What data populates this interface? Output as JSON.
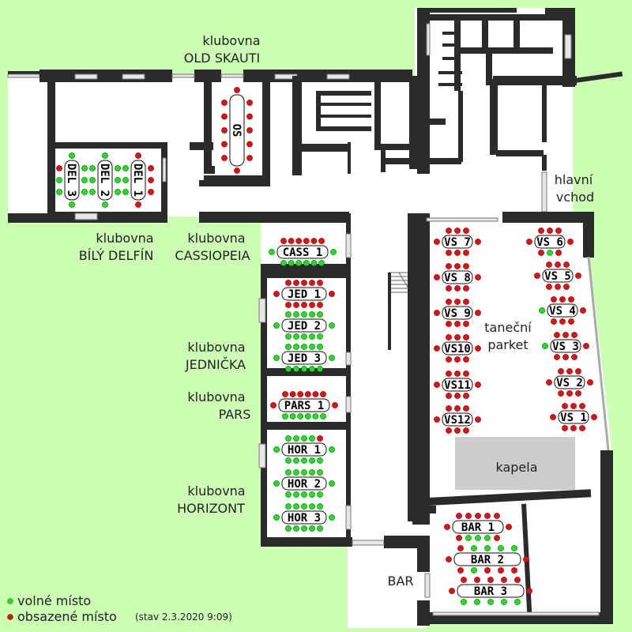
{
  "colors": {
    "background": "#ccffb3",
    "wall": "#2b2b2b",
    "floor": "#ffffff",
    "free_seat": "#22dd22",
    "occupied_seat": "#dd1111",
    "stage": "#cccccc"
  },
  "rooms": {
    "old_skauti": [
      "klubovna",
      "OLD SKAUTI"
    ],
    "bily_delfin": [
      "klubovna",
      "BÍLÝ DELFÍN"
    ],
    "cassiopeia": [
      "klubovna",
      "CASSIOPEIA"
    ],
    "jednicka": [
      "klubovna",
      "JEDNIČKA"
    ],
    "pars": [
      "klubovna",
      "PARS"
    ],
    "horizont": [
      "klubovna",
      "HORIZONT"
    ],
    "hlavni_vchod": [
      "hlavní",
      "vchod"
    ],
    "tanecni_parket": [
      "taneční",
      "parket"
    ],
    "bar": "BAR",
    "kapela": "kapela"
  },
  "legend": {
    "free": "volné místo",
    "occupied": "obsazené místo",
    "status": "(stav 2.3.2020 9:09)"
  },
  "tables": [
    {
      "id": "os",
      "label": "OS",
      "orientation": "vertical",
      "left": [
        "occupied",
        "occupied",
        "occupied",
        "occupied",
        "occupied"
      ],
      "right": [
        "occupied",
        "occupied",
        "occupied",
        "occupied",
        "occupied"
      ],
      "top": [
        "occupied"
      ],
      "bottom": [
        "occupied"
      ]
    },
    {
      "id": "del3",
      "label": "DEL 3",
      "orientation": "vertical",
      "left": [
        "occupied",
        "green",
        "green"
      ],
      "right": [
        "green",
        "green",
        "green"
      ],
      "top": [
        "green"
      ],
      "bottom": [
        "green"
      ]
    },
    {
      "id": "del2",
      "label": "DEL 2",
      "orientation": "vertical",
      "left": [
        "green",
        "green",
        "green"
      ],
      "right": [
        "green",
        "green",
        "green"
      ],
      "top": [
        "green"
      ],
      "bottom": [
        "green"
      ]
    },
    {
      "id": "del1",
      "label": "DEL 1",
      "orientation": "vertical",
      "left": [
        "green",
        "green",
        "green"
      ],
      "right": [
        "occupied",
        "occupied",
        "occupied"
      ],
      "top": [
        "occupied"
      ],
      "bottom": [
        "occupied"
      ]
    },
    {
      "id": "cass1",
      "label": "CASS 1",
      "orientation": "horizontal",
      "top": [
        "occupied",
        "occupied",
        "occupied",
        "occupied",
        "occupied",
        "occupied"
      ],
      "bottom": [
        "green",
        "green",
        "green",
        "green",
        "green",
        "green"
      ],
      "left": [
        "green"
      ],
      "right": [
        "green"
      ]
    },
    {
      "id": "jed1",
      "label": "JED 1",
      "orientation": "horizontal",
      "top": [
        "occupied",
        "occupied",
        "occupied",
        "occupied",
        "occupied"
      ],
      "bottom": [
        "occupied",
        "occupied",
        "occupied",
        "occupied",
        "occupied"
      ],
      "left": [
        "occupied"
      ],
      "right": [
        "occupied"
      ]
    },
    {
      "id": "jed2",
      "label": "JED 2",
      "orientation": "horizontal",
      "top": [
        "green",
        "green",
        "green",
        "green",
        "green"
      ],
      "bottom": [
        "green",
        "green",
        "green",
        "green",
        "green"
      ],
      "left": [
        "green"
      ],
      "right": [
        "green"
      ]
    },
    {
      "id": "jed3",
      "label": "JED 3",
      "orientation": "horizontal",
      "top": [
        "green",
        "green",
        "green",
        "green",
        "green"
      ],
      "bottom": [
        "green",
        "green",
        "green",
        "green",
        "green"
      ],
      "left": [
        "green"
      ],
      "right": [
        "green"
      ]
    },
    {
      "id": "pars1",
      "label": "PARS 1",
      "orientation": "horizontal",
      "top": [
        "occupied",
        "occupied",
        "occupied",
        "occupied",
        "occupied",
        "occupied"
      ],
      "bottom": [
        "green",
        "green",
        "green",
        "green",
        "green",
        "green"
      ],
      "left": [
        "occupied"
      ],
      "right": [
        "occupied"
      ]
    },
    {
      "id": "hor1",
      "label": "HOR 1",
      "orientation": "horizontal",
      "top": [
        "green",
        "green",
        "green",
        "green",
        "occupied"
      ],
      "bottom": [
        "green",
        "green",
        "green",
        "green",
        "green"
      ],
      "left": [
        "green"
      ],
      "right": [
        "green"
      ]
    },
    {
      "id": "hor2",
      "label": "HOR 2",
      "orientation": "horizontal",
      "top": [
        "green",
        "green",
        "green",
        "green",
        "green"
      ],
      "bottom": [
        "green",
        "green",
        "green",
        "green",
        "green"
      ],
      "left": [
        "green"
      ],
      "right": [
        "green"
      ]
    },
    {
      "id": "hor3",
      "label": "HOR 3",
      "orientation": "horizontal",
      "top": [
        "green",
        "green",
        "green",
        "green",
        "green"
      ],
      "bottom": [
        "green",
        "green",
        "green",
        "green",
        "green"
      ],
      "left": [
        "green"
      ],
      "right": [
        "green"
      ]
    },
    {
      "id": "vs7",
      "label": "VS 7",
      "orientation": "horizontal",
      "top": [
        "occupied",
        "occupied",
        "occupied"
      ],
      "bottom": [
        "occupied",
        "occupied",
        "occupied"
      ],
      "left": [
        "occupied"
      ],
      "right": [
        "occupied"
      ]
    },
    {
      "id": "vs8",
      "label": "VS 8",
      "orientation": "horizontal",
      "top": [
        "occupied",
        "occupied",
        "occupied"
      ],
      "bottom": [
        "occupied",
        "occupied",
        "occupied"
      ],
      "left": [
        "occupied"
      ],
      "right": [
        "occupied"
      ]
    },
    {
      "id": "vs9",
      "label": "VS 9",
      "orientation": "horizontal",
      "top": [
        "occupied",
        "occupied",
        "occupied"
      ],
      "bottom": [
        "occupied",
        "occupied",
        "occupied"
      ],
      "left": [
        "occupied"
      ],
      "right": [
        "occupied"
      ]
    },
    {
      "id": "vs10",
      "label": "VS10",
      "orientation": "horizontal",
      "top": [
        "occupied",
        "occupied",
        "occupied"
      ],
      "bottom": [
        "occupied",
        "occupied",
        "occupied"
      ],
      "left": [
        "occupied"
      ],
      "right": [
        "occupied"
      ]
    },
    {
      "id": "vs11",
      "label": "VS11",
      "orientation": "horizontal",
      "top": [
        "occupied",
        "occupied",
        "occupied"
      ],
      "bottom": [
        "occupied",
        "occupied",
        "occupied"
      ],
      "left": [
        "occupied"
      ],
      "right": [
        "occupied"
      ]
    },
    {
      "id": "vs12",
      "label": "VS12",
      "orientation": "horizontal",
      "top": [
        "occupied",
        "occupied",
        "occupied"
      ],
      "bottom": [
        "occupied",
        "occupied",
        "occupied"
      ],
      "left": [
        "occupied"
      ],
      "right": [
        "occupied"
      ]
    },
    {
      "id": "vs6",
      "label": "VS 6",
      "orientation": "horizontal",
      "top": [
        "occupied",
        "occupied",
        "occupied"
      ],
      "bottom": [
        "occupied",
        "green",
        "occupied"
      ],
      "left": [
        "occupied"
      ],
      "right": [
        "occupied"
      ]
    },
    {
      "id": "vs5",
      "label": "VS 5",
      "orientation": "horizontal",
      "top": [
        "occupied",
        "occupied",
        "occupied"
      ],
      "bottom": [
        "occupied",
        "occupied",
        "occupied"
      ],
      "left": [
        "occupied"
      ],
      "right": [
        "occupied"
      ]
    },
    {
      "id": "vs4",
      "label": "VS 4",
      "orientation": "horizontal",
      "top": [
        "occupied",
        "occupied",
        "occupied"
      ],
      "bottom": [
        "occupied",
        "occupied",
        "occupied"
      ],
      "left": [
        "green"
      ],
      "right": [
        "occupied"
      ]
    },
    {
      "id": "vs3",
      "label": "VS 3",
      "orientation": "horizontal",
      "top": [
        "occupied",
        "occupied",
        "occupied"
      ],
      "bottom": [
        "occupied",
        "occupied",
        "occupied"
      ],
      "left": [
        "green"
      ],
      "right": [
        "occupied"
      ]
    },
    {
      "id": "vs2",
      "label": "VS 2",
      "orientation": "horizontal",
      "top": [
        "occupied",
        "occupied",
        "occupied"
      ],
      "bottom": [
        "occupied",
        "occupied",
        "occupied"
      ],
      "left": [
        "occupied"
      ],
      "right": [
        "occupied"
      ]
    },
    {
      "id": "vs1",
      "label": "VS 1",
      "orientation": "horizontal",
      "top": [
        "occupied",
        "occupied",
        "occupied"
      ],
      "bottom": [
        "occupied",
        "occupied",
        "occupied"
      ],
      "left": [
        "occupied"
      ],
      "right": [
        "occupied"
      ]
    },
    {
      "id": "bar1",
      "label": "BAR 1",
      "orientation": "horizontal",
      "top": [
        "occupied",
        "occupied",
        "occupied",
        "occupied",
        "occupied"
      ],
      "bottom": [
        "occupied",
        "green",
        "green",
        "green",
        "occupied"
      ],
      "left": [
        "occupied"
      ],
      "right": [
        "occupied"
      ]
    },
    {
      "id": "bar2",
      "label": "BAR 2",
      "orientation": "horizontal",
      "top": [
        "occupied",
        "green",
        "green",
        "green",
        "green"
      ],
      "bottom": [
        "occupied",
        "green",
        "occupied",
        "occupied",
        "occupied"
      ],
      "left": [
        "occupied"
      ],
      "right": [
        "occupied"
      ]
    },
    {
      "id": "bar3",
      "label": "BAR 3",
      "orientation": "horizontal",
      "top": [
        "occupied",
        "occupied",
        "occupied",
        "occupied",
        "occupied"
      ],
      "bottom": [
        "green",
        "green",
        "green",
        "green",
        "green"
      ],
      "left": [
        "occupied"
      ],
      "right": [
        "occupied"
      ]
    }
  ]
}
